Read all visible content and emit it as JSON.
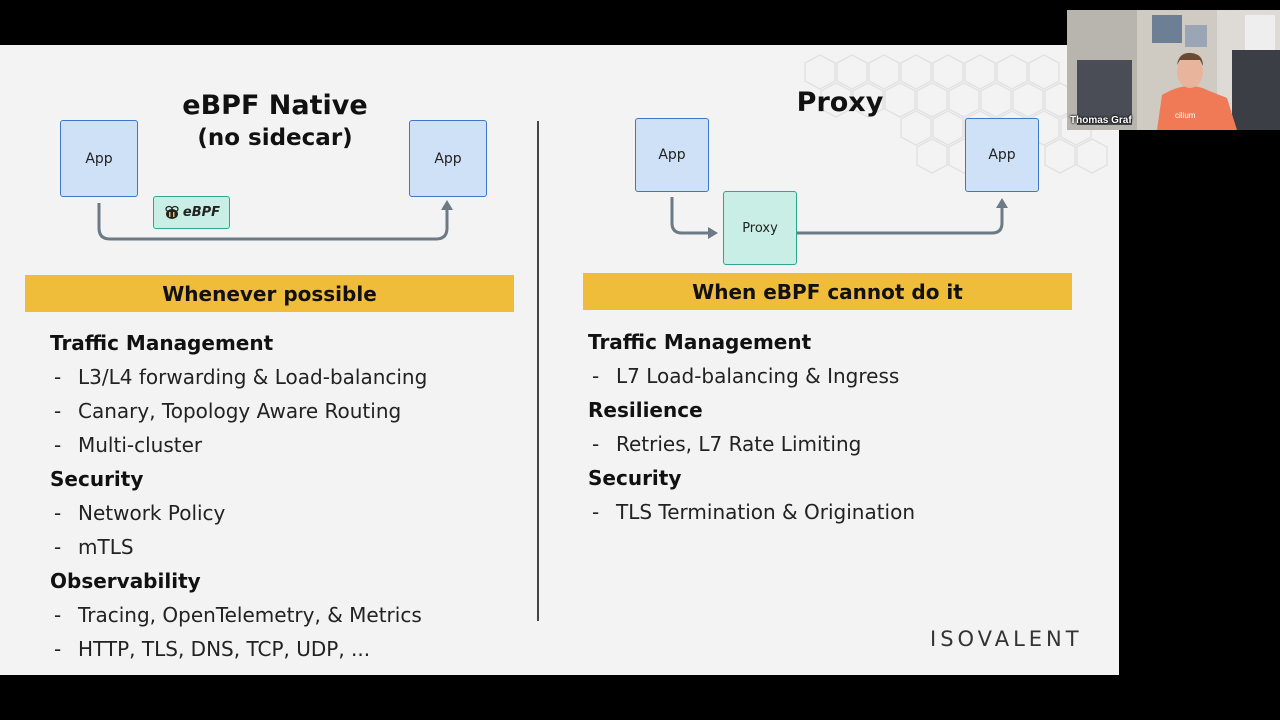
{
  "left": {
    "title": "eBPF Native",
    "subtitle": "(no sidecar)",
    "app_left": "App",
    "app_right": "App",
    "ebpf_badge": "eBPF",
    "banner": "Whenever possible",
    "sections": [
      {
        "heading": "Traffic Management",
        "items": [
          "L3/L4 forwarding & Load-balancing",
          "Canary, Topology Aware Routing",
          "Multi-cluster"
        ]
      },
      {
        "heading": "Security",
        "items": [
          "Network Policy",
          "mTLS"
        ]
      },
      {
        "heading": "Observability",
        "items": [
          "Tracing, OpenTelemetry, & Metrics",
          "HTTP, TLS, DNS, TCP, UDP, ..."
        ]
      }
    ]
  },
  "right": {
    "title": "Proxy",
    "app_left": "App",
    "app_right": "App",
    "proxy": "Proxy",
    "banner": "When eBPF cannot do it",
    "sections": [
      {
        "heading": "Traffic Management",
        "items": [
          "L7 Load-balancing & Ingress"
        ]
      },
      {
        "heading": "Resilience",
        "items": [
          "Retries, L7 Rate Limiting"
        ]
      },
      {
        "heading": "Security",
        "items": [
          "TLS Termination & Origination"
        ]
      }
    ]
  },
  "logo": "ISOVALENT",
  "webcam": {
    "participant_name": "Thomas Graf",
    "shirt_text": "cilium"
  },
  "colors": {
    "banner": "#efbd3a",
    "app_fill": "#cfe1f6",
    "app_border": "#3d78c8",
    "proxy_fill": "#c9eee6",
    "proxy_border": "#2fa58f",
    "arrow": "#6b7a85"
  }
}
